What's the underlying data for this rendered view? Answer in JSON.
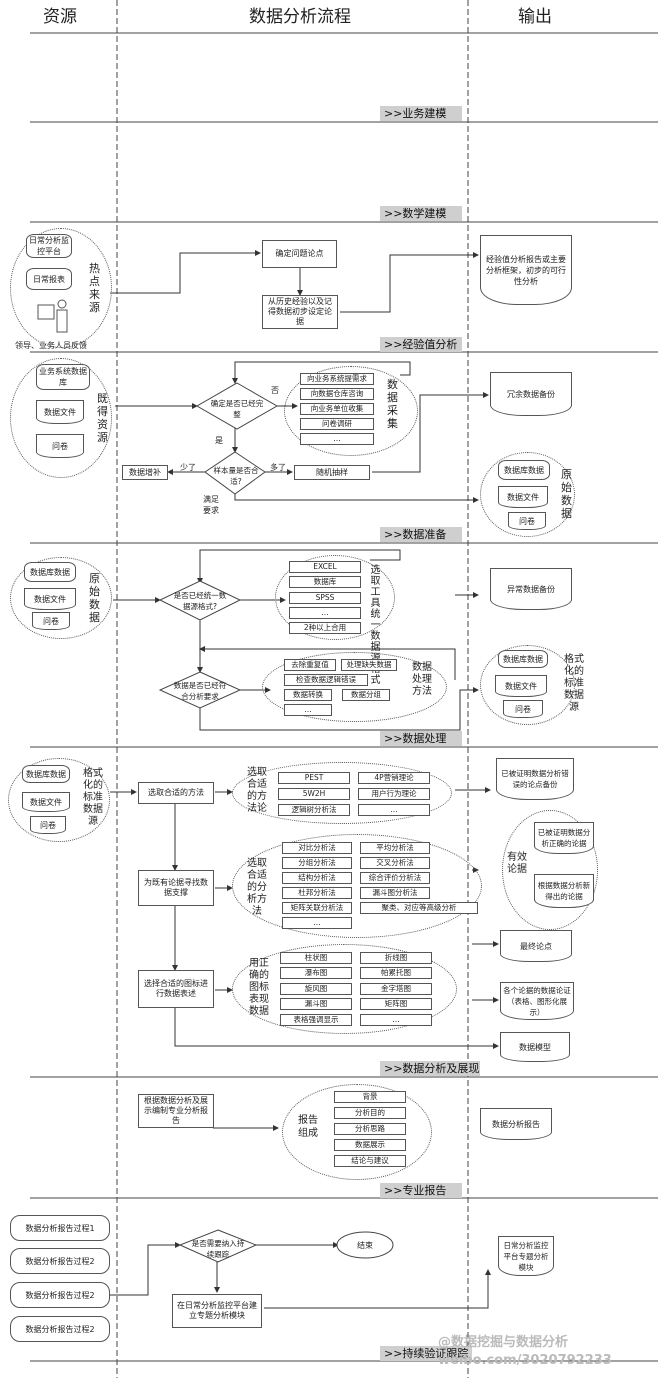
{
  "headers": {
    "resources": "资源",
    "process": "数据分析流程",
    "output": "输出"
  },
  "stages": {
    "s1": ">>业务建模",
    "s2": ">>数学建模",
    "s3": ">>经验值分析",
    "s4": ">>数据准备",
    "s5": ">>数据处理",
    "s6": ">>数据分析及展现",
    "s7": ">>专业报告",
    "s8": ">>持续验证跟踪"
  },
  "exp": {
    "src1": "日常分析监控平台",
    "src2": "日常报表",
    "src_label": "热点来源",
    "src_person": "领导、业务人员反馈",
    "step1": "确定问题论点",
    "step2": "从历史经验以及记得数据初步设定论据",
    "output": "经验值分析报告或主要分析框架，初步的可行性分析"
  },
  "prep": {
    "src1": "业务系统数据库",
    "src2": "数据文件",
    "src3": "问卷",
    "src_label": "既得资源",
    "d1": "确定是否已经完整",
    "no": "否",
    "yes": "是",
    "collect": [
      "向业务系统提需求",
      "向数据仓库咨询",
      "向业务单位收集",
      "问卷调研",
      "…"
    ],
    "collect_label": "数据采集",
    "d2": "样本量是否合适?",
    "less": "少了",
    "more": "多了",
    "fill": "数据增补",
    "sample": "随机抽样",
    "meet": "满足要求",
    "out1": "冗余数据备份",
    "out_db": "数据库数据",
    "out_file": "数据文件",
    "out_q": "问卷",
    "out_label": "原始数据"
  },
  "proc": {
    "src1": "数据库数据",
    "src2": "数据文件",
    "src3": "问卷",
    "src_label": "原始数据",
    "d1": "是否已经统一数据源格式?",
    "tools": [
      "EXCEL",
      "数据库",
      "SPSS",
      "…",
      "2种以上合用"
    ],
    "tools_label": "选取工具统一数据源格式",
    "d2": "数据是否已经符合分析要求",
    "methods": [
      "去除重复值",
      "处理缺失数据",
      "检查数据逻辑错误",
      "数据转换",
      "数据分组",
      "…"
    ],
    "methods_label": "数据处理方法",
    "out1": "异常数据备份",
    "out_db": "数据库数据",
    "out_file": "数据文件",
    "out_q": "问卷",
    "out_label": "格式化的标准数据源"
  },
  "ana": {
    "src1": "数据库数据",
    "src2": "数据文件",
    "src3": "问卷",
    "src_label": "格式化的标准数据源",
    "step1": "选取合适的方法",
    "step2": "为既有论据寻找数据支撑",
    "step3": "选择合适的图标进行数据表述",
    "theory_label": "选取合适的方法论",
    "theory": [
      "PEST",
      "4P营销理论",
      "5W2H",
      "用户行为理论",
      "逻辑树分析法",
      "…"
    ],
    "method_label": "选取合适的分析方法",
    "methods": [
      "对比分析法",
      "平均分析法",
      "分组分析法",
      "交叉分析法",
      "结构分析法",
      "综合评价分析法",
      "杜邦分析法",
      "漏斗图分析法",
      "矩阵关联分析法",
      "聚类、对应等高级分析",
      "…"
    ],
    "chart_label": "用正确的图标表现数据",
    "charts": [
      "柱状图",
      "折线图",
      "瀑布图",
      "帕累托图",
      "旋风图",
      "金字塔图",
      "漏斗图",
      "矩阵图",
      "表格强调显示",
      "…"
    ],
    "out1": "已被证明数据分析错误的论点备份",
    "out2": "已被证明数据分析正确的论据",
    "out3": "根据数据分析新得出的论据",
    "out_label": "有效论据",
    "out4": "最终论点",
    "out5": "各个论据的数据论证（表格、图形化展示）",
    "out6": "数据模型"
  },
  "report": {
    "step": "根据数据分析及展示编制专业分析报告",
    "label": "报告组成",
    "items": [
      "背景",
      "分析目的",
      "分析思路",
      "数据展示",
      "结论与建议"
    ],
    "output": "数据分析报告"
  },
  "track": {
    "srcs": [
      "数据分析报告过程1",
      "数据分析报告过程2",
      "数据分析报告过程2",
      "数据分析报告过程2"
    ],
    "d1": "是否需要纳入持续跟踪",
    "end": "结束",
    "step": "在日常分析监控平台建立专题分析模块",
    "output": "日常分析监控平台专题分析模块"
  },
  "watermark": "@数据挖掘与数据分析 weibo.com/3020792233"
}
